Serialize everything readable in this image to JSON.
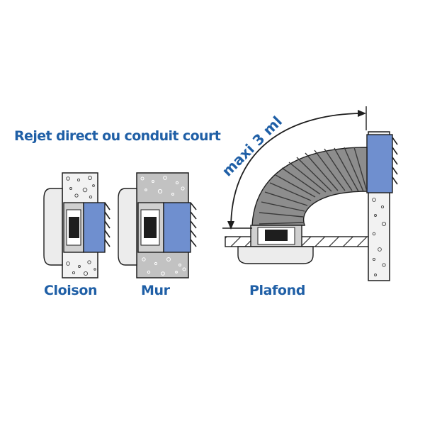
{
  "heading": "Rejet direct ou conduit court",
  "labels": {
    "cloison": "Cloison",
    "mur": "Mur",
    "plafond": "Plafond"
  },
  "dimension": "maxi 3 ml",
  "colors": {
    "text": "#1f5fa6",
    "grille": "#6f8fcf",
    "concrete": "#c2c2c2",
    "partition": "#f2f2f2",
    "outline": "#1e1e1e",
    "duct": "#888888"
  }
}
